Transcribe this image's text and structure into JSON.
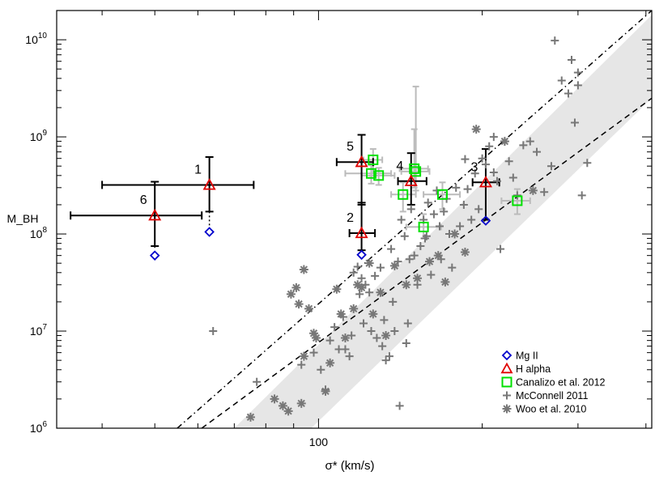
{
  "chart_data": {
    "type": "scatter",
    "title": "",
    "xlabel": "σ* (km/s)",
    "ylabel": "M_BH",
    "xscale": "log",
    "yscale": "log",
    "xlim": [
      33,
      410
    ],
    "ylim": [
      1000000,
      20000000000
    ],
    "x_tick_labels": [
      "100"
    ],
    "y_tick_labels": [
      "10^6",
      "10^7",
      "10^8",
      "10^9",
      "10^10"
    ],
    "legend_position": "bottom-right",
    "legend": [
      {
        "label": "Mg II",
        "marker": "diamond",
        "color": "#0000cc"
      },
      {
        "label": "H alpha",
        "marker": "triangle",
        "color": "#e00000"
      },
      {
        "label": "Canalizo et al. 2012",
        "marker": "square",
        "color": "#00e000"
      },
      {
        "label": "McConnell 2011",
        "marker": "plus",
        "color": "#777777"
      },
      {
        "label": "Woo et al. 2010",
        "marker": "asterisk",
        "color": "#777777"
      }
    ],
    "shaded_band": {
      "color": "#e6e6e6",
      "upper": [
        [
          70,
          1000000
        ],
        [
          410,
          18000000000
        ]
      ],
      "lower": [
        [
          97,
          1000000
        ],
        [
          410,
          2500000000
        ]
      ]
    },
    "relations": [
      {
        "style": "dash-dot",
        "points": [
          [
            55,
            1000000
          ],
          [
            410,
            20000000000
          ]
        ]
      },
      {
        "style": "dashed",
        "points": [
          [
            61,
            1000000
          ],
          [
            410,
            2500000000
          ]
        ]
      }
    ],
    "labeled_objects": [
      {
        "label": "1",
        "sigma": 63,
        "sigma_err": [
          40,
          76
        ],
        "halpha": 320000000,
        "halpha_err": [
          170000000,
          620000000
        ],
        "mgii": 105000000
      },
      {
        "label": "2",
        "sigma": 120,
        "sigma_err": [
          114,
          127
        ],
        "halpha": 102000000,
        "halpha_err": [
          68000000,
          210000000
        ],
        "mgii": 61000000
      },
      {
        "label": "3",
        "sigma": 203,
        "sigma_err": [
          192,
          215
        ],
        "halpha": 340000000,
        "halpha_err": [
          140000000,
          750000000
        ],
        "mgii": 137000000
      },
      {
        "label": "4",
        "sigma": 148,
        "sigma_err": [
          140,
          158
        ],
        "halpha": 350000000,
        "halpha_err": [
          200000000,
          680000000
        ],
        "mgii": null
      },
      {
        "label": "5",
        "sigma": 120,
        "sigma_err": [
          108,
          126
        ],
        "halpha": 550000000,
        "halpha_err": [
          200000000,
          1050000000
        ],
        "mgii": null
      },
      {
        "label": "6",
        "sigma": 50,
        "sigma_err": [
          35,
          61
        ],
        "halpha": 155000000,
        "halpha_err": [
          75000000,
          345000000
        ],
        "mgii": 60000000
      }
    ],
    "canalizo": [
      [
        126,
        580000000,
        121,
        131,
        420000000,
        750000000
      ],
      [
        125,
        420000000,
        112,
        136,
        330000000,
        510000000
      ],
      [
        129,
        400000000,
        120,
        138,
        320000000,
        480000000
      ],
      [
        143,
        255000000,
        136,
        151,
        170000000,
        340000000
      ],
      [
        151,
        440000000,
        142,
        160,
        280000000,
        3300000000
      ],
      [
        150,
        470000000,
        141,
        159,
        300000000,
        1200000000
      ],
      [
        169,
        255000000,
        156,
        182,
        180000000,
        340000000
      ],
      [
        156,
        118000000,
        145,
        168,
        90000000,
        160000000
      ],
      [
        232,
        220000000,
        217,
        245,
        160000000,
        290000000
      ]
    ],
    "mcconnell": [
      [
        64,
        10000000
      ],
      [
        77,
        3000000
      ],
      [
        93,
        4500000
      ],
      [
        98,
        6000000
      ],
      [
        101,
        4000000
      ],
      [
        103,
        2500000
      ],
      [
        105,
        8000000
      ],
      [
        107,
        11000000
      ],
      [
        109,
        6500000
      ],
      [
        111,
        14000000
      ],
      [
        112,
        6500000
      ],
      [
        114,
        5500000
      ],
      [
        115,
        9000000
      ],
      [
        116,
        40000000
      ],
      [
        118,
        46000000
      ],
      [
        119,
        24000000
      ],
      [
        120,
        35000000
      ],
      [
        121,
        12000000
      ],
      [
        122,
        30000000
      ],
      [
        124,
        25000000
      ],
      [
        125,
        10000000
      ],
      [
        127,
        37000000
      ],
      [
        128,
        8500000
      ],
      [
        130,
        45000000
      ],
      [
        131,
        7000000
      ],
      [
        132,
        13000000
      ],
      [
        133,
        5000000
      ],
      [
        135,
        5500000
      ],
      [
        136,
        70000000
      ],
      [
        137,
        20000000
      ],
      [
        138,
        10000000
      ],
      [
        140,
        52000000
      ],
      [
        141,
        1700000
      ],
      [
        142,
        140000000
      ],
      [
        144,
        95000000
      ],
      [
        145,
        7500000
      ],
      [
        146,
        12000000
      ],
      [
        147,
        55000000
      ],
      [
        148,
        180000000
      ],
      [
        150,
        60000000
      ],
      [
        152,
        30000000
      ],
      [
        154,
        75000000
      ],
      [
        156,
        140000000
      ],
      [
        157,
        90000000
      ],
      [
        159,
        210000000
      ],
      [
        161,
        38000000
      ],
      [
        163,
        160000000
      ],
      [
        165,
        280000000
      ],
      [
        167,
        120000000
      ],
      [
        170,
        170000000
      ],
      [
        172,
        230000000
      ],
      [
        174,
        100000000
      ],
      [
        176,
        45000000
      ],
      [
        179,
        300000000
      ],
      [
        182,
        120000000
      ],
      [
        185,
        200000000
      ],
      [
        188,
        290000000
      ],
      [
        191,
        140000000
      ],
      [
        194,
        420000000
      ],
      [
        197,
        180000000
      ],
      [
        200,
        600000000
      ],
      [
        203,
        520000000
      ],
      [
        206,
        800000000
      ],
      [
        210,
        1000000000
      ],
      [
        213,
        350000000
      ],
      [
        216,
        70000000
      ],
      [
        220,
        900000000
      ],
      [
        224,
        560000000
      ],
      [
        228,
        380000000
      ],
      [
        232,
        250000000
      ],
      [
        238,
        820000000
      ],
      [
        245,
        900000000
      ],
      [
        252,
        700000000
      ],
      [
        260,
        270000000
      ],
      [
        268,
        500000000
      ],
      [
        272,
        9800000000
      ],
      [
        280,
        3800000000
      ],
      [
        288,
        2800000000
      ],
      [
        292,
        6200000000
      ],
      [
        296,
        1400000000
      ],
      [
        300,
        4600000000
      ],
      [
        305,
        250000000
      ],
      [
        312,
        540000000
      ],
      [
        300,
        3400000000
      ],
      [
        210,
        430000000
      ],
      [
        186,
        590000000
      ],
      [
        168,
        55000000
      ],
      [
        158,
        95000000
      ]
    ],
    "woo": [
      [
        75,
        1300000
      ],
      [
        83,
        2000000
      ],
      [
        86,
        1700000
      ],
      [
        88,
        1500000
      ],
      [
        89,
        24000000
      ],
      [
        91,
        28000000
      ],
      [
        92,
        19000000
      ],
      [
        93,
        1800000
      ],
      [
        94,
        5500000
      ],
      [
        96,
        17000000
      ],
      [
        98,
        9500000
      ],
      [
        99,
        8500000
      ],
      [
        103,
        2400000
      ],
      [
        105,
        4700000
      ],
      [
        108,
        27000000
      ],
      [
        110,
        15000000
      ],
      [
        112,
        8500000
      ],
      [
        116,
        17000000
      ],
      [
        118,
        30000000
      ],
      [
        120,
        28000000
      ],
      [
        124,
        50000000
      ],
      [
        126,
        15000000
      ],
      [
        130,
        25000000
      ],
      [
        133,
        9000000
      ],
      [
        138,
        47000000
      ],
      [
        145,
        30000000
      ],
      [
        152,
        35000000
      ],
      [
        160,
        52000000
      ],
      [
        166,
        60000000
      ],
      [
        171,
        32000000
      ],
      [
        178,
        100000000
      ],
      [
        186,
        65000000
      ],
      [
        195,
        1200000000
      ],
      [
        220,
        900000000
      ],
      [
        248,
        280000000
      ],
      [
        94,
        43000000
      ]
    ]
  }
}
